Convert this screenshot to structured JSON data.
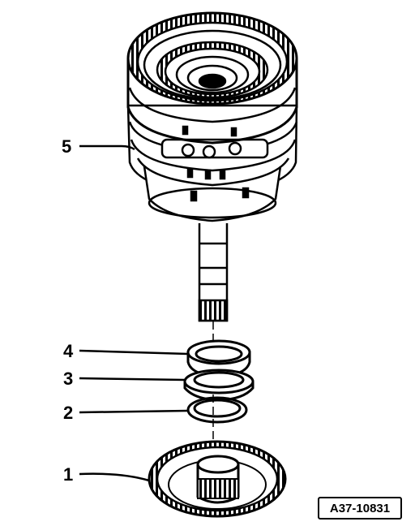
{
  "callouts": [
    {
      "label": "5"
    },
    {
      "label": "4"
    },
    {
      "label": "3"
    },
    {
      "label": "2"
    },
    {
      "label": "1"
    }
  ],
  "figure_ref": "A37-10831",
  "colors": {
    "ink": "#000000",
    "paper": "#ffffff"
  }
}
